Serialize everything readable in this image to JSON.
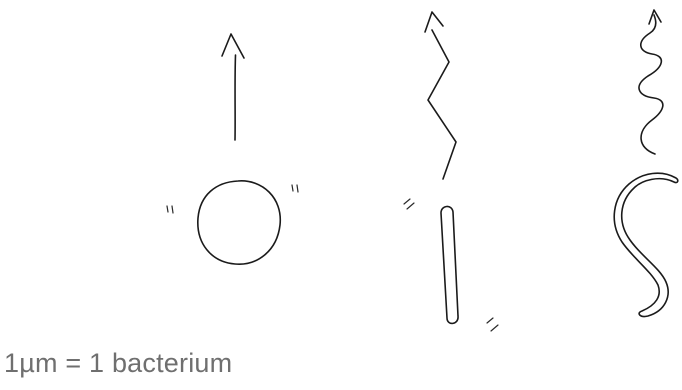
{
  "caption": {
    "text": "1µm = 1 bacterium"
  },
  "bacteria": [
    {
      "shape": "coccus",
      "motion": "straight"
    },
    {
      "shape": "bacillus",
      "motion": "zigzag"
    },
    {
      "shape": "spirillum",
      "motion": "helical"
    }
  ],
  "colors": {
    "ink": "#1b1b1b",
    "caption": "#6f6f6f",
    "background": "#ffffff"
  }
}
